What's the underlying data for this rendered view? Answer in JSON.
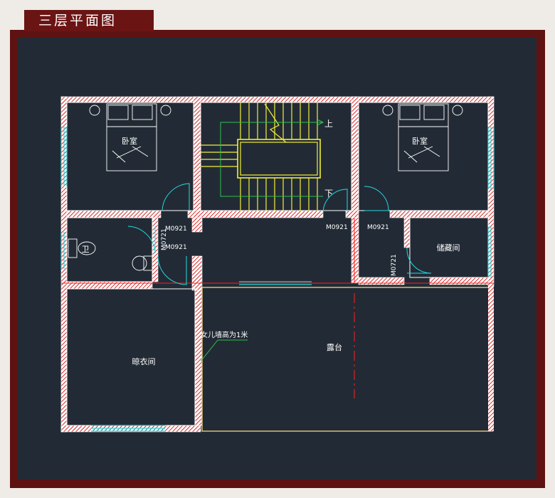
{
  "header": {
    "title": "三层平面图"
  },
  "plan": {
    "rooms": {
      "bedroom_left": "卧室",
      "bedroom_right": "卧室",
      "bathroom": "卫",
      "storage": "储藏间",
      "cloakroom": "晾衣间",
      "terrace": "露台"
    },
    "stairs": {
      "up": "上",
      "down": "下"
    },
    "doors": {
      "d1": "M0921",
      "d2": "M0721",
      "d3": "M0921",
      "d4": "M0921",
      "d5": "M0921",
      "d6": "M0721"
    },
    "annotation": "女儿墙高为1米"
  },
  "colors": {
    "background": "#222b35",
    "frame": "#5e1212",
    "wall": "#ffffff",
    "wall_hatch": "#d42a2a",
    "stair": "#f2ee3a",
    "window": "#25d8e0",
    "dimension": "#2cc24a",
    "axis": "#ff1f1f",
    "parapet": "#e3cb7f"
  }
}
